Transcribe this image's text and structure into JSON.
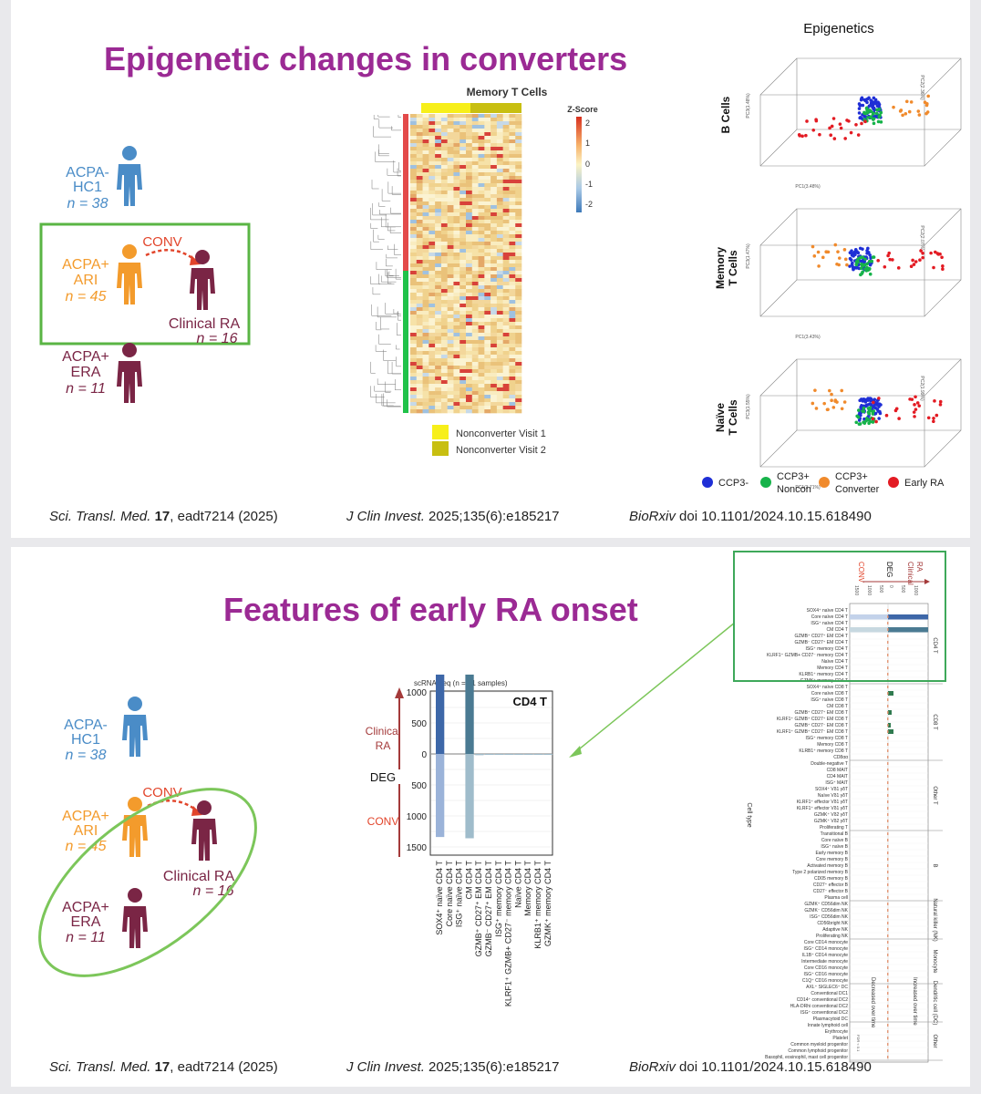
{
  "slide1": {
    "title": "Epigenetic changes in converters",
    "cohort": {
      "hc1_a": "ACPA-",
      "hc1_b": "HC1",
      "hc1_n": "n = 38",
      "ari_a": "ACPA+",
      "ari_b": "ARI",
      "ari_n": "n = 45",
      "conv": "CONV",
      "clin_a": "Clinical RA",
      "clin_n": "n = 16",
      "era_a": "ACPA+",
      "era_b": "ERA",
      "era_n": "n = 11"
    },
    "heatmap": {
      "title": "Memory T Cells",
      "zscore_label": "Z-Score",
      "scale_ticks": [
        "2",
        "1",
        "0",
        "-1",
        "-2"
      ],
      "legend": [
        "Nonconverter Visit 1",
        "Nonconverter Visit 2"
      ]
    },
    "pca": {
      "title": "Epigenetics",
      "rows": [
        {
          "label_a": "B Cells",
          "label_b": "",
          "xaxis": "PC1(3.48%)",
          "yaxis": "PC3(1.48%)",
          "zaxis": "PC2(2.36%)"
        },
        {
          "label_a": "Memory",
          "label_b": "T Cells",
          "xaxis": "PC1(3.43%)",
          "yaxis": "PC3(1.47%)",
          "zaxis": "PC2(2.07%)"
        },
        {
          "label_a": "Naïve",
          "label_b": "T Cells",
          "xaxis": "PC1(3.71%)",
          "yaxis": "PC3(1.55%)",
          "zaxis": "PC2(1.99%)"
        }
      ],
      "legend": [
        {
          "label_a": "CCP3-",
          "label_b": "",
          "color": "#1f2fd6"
        },
        {
          "label_a": "CCP3+",
          "label_b": "Noncon",
          "color": "#16b34a"
        },
        {
          "label_a": "CCP3+",
          "label_b": "Converter",
          "color": "#f08a2c"
        },
        {
          "label_a": "Early RA",
          "label_b": "",
          "color": "#e31b23"
        }
      ]
    },
    "citations": {
      "c1_journal": "Sci. Transl. Med.",
      "c1_vol": "17",
      "c1_rest": ", eadt7214 (2025)",
      "c2_journal": "J Clin Invest.",
      "c2_rest": " 2025;135(6):e185217",
      "c3_journal": "BioRxiv",
      "c3_rest": " doi 10.1101/2024.10.15.618490"
    }
  },
  "slide2": {
    "title": "Features of early RA onset",
    "cohort": {
      "hc1_a": "ACPA-",
      "hc1_b": "HC1",
      "hc1_n": "n = 38",
      "ari_a": "ACPA+",
      "ari_b": "ARI",
      "ari_n": "n = 45",
      "conv": "CONV",
      "clin_a": "Clinical RA",
      "clin_n": "n = 16",
      "era_a": "ACPA+",
      "era_b": "ERA",
      "era_n": "n = 11"
    },
    "bar_chart": {
      "subtitle": "scRNA-seq (n = 61 samples)",
      "panel": "CD4 T",
      "arrow_top_a": "Clinical",
      "arrow_top_b": "RA",
      "arrow_mid": "DEG",
      "arrow_bottom": "CONV",
      "yticks_up": [
        "1000",
        "500",
        "0"
      ],
      "yticks_down": [
        "500",
        "1000",
        "1500"
      ],
      "categories": [
        "SOX4⁺ naïve CD4 T",
        "Core naïve CD4 T",
        "ISG⁺ naïve CD4 T",
        "CM CD4 T",
        "GZMB⁺ CD27⁺ EM CD4 T",
        "GZMB⁻ CD27⁺ EM CD4 T",
        "ISG⁺ memory CD4 T",
        "KLRF1⁺ GZMB+ CD27⁻ memory CD4 T",
        "Naïve CD4 T",
        "Memory CD4 T",
        "KLRB1⁺ memory CD4 T",
        "GZMK⁺ memory CD4 T"
      ]
    },
    "big_chart": {
      "col_left": "CONV",
      "col_mid": "DEG",
      "col_right_a": "Clinical",
      "col_right_b": "RA",
      "cell_type_axis": "Cell type",
      "ticks": [
        "1500",
        "1000",
        "500",
        "0",
        "500",
        "1000"
      ],
      "groups": [
        "CD4 T",
        "CD8 T",
        "Other T",
        "B",
        "Natural killer (NK)",
        "Monocyte",
        "Dendritic cell (DC)",
        "Other"
      ],
      "decreased": "Decreased over time",
      "increased": "Increased over time",
      "fdr": "FDR < 0.1",
      "rows": [
        "SOX4⁺ naïve CD4 T",
        "Core naïve CD4 T",
        "ISG⁺ naïve CD4 T",
        "CM CD4 T",
        "GZMB⁺ CD27⁺ EM CD4 T",
        "GZMB⁻ CD27⁺ EM CD4 T",
        "ISG⁺ memory CD4 T",
        "KLRF1⁺ GZMB+ CD27⁻ memory CD4 T",
        "Naïve CD4 T",
        "Memory CD4 T",
        "KLRB1⁺ memory CD4 T",
        "GZMK⁺ memory CD4 T",
        "SOX4⁺ naïve CD8 T",
        "Core naïve CD8 T",
        "ISG⁺ naïve CD8 T",
        "CM CD8 T",
        "GZMB⁺ CD27⁺ EM CD8 T",
        "KLRF1⁺ GZMB⁺ CD27⁺ EM CD8 T",
        "GZMB⁺ CD27⁻ EM CD8 T",
        "KLRF1⁺ GZMB⁺ CD27⁻ EM CD8 T",
        "ISG⁺ memory CD8 T",
        "Memory CD8 T",
        "KLRB1⁺ memory CD8 T",
        "CD8αα",
        "Double-negative T",
        "CD8 MAIT",
        "CD4 MAIT",
        "ISG⁺ MAIT",
        "SOX4⁺ Vδ1 γδT",
        "Naïve Vδ1 γδT",
        "KLRF1⁺ effector Vδ1 γδT",
        "KLRF1⁺ effector Vδ1 γδT",
        "GZMK⁺ Vδ2 γδT",
        "GZMK⁺ Vδ2 γδT",
        "Proliferating T",
        "Transitional B",
        "Core naïve B",
        "ISG⁺ naïve B",
        "Early memory B",
        "Core memory B",
        "Activated memory B",
        "Type 2 polarized memory B",
        "CD05 memory B",
        "CD27⁺ effector B",
        "CD27⁻ effector B",
        "Plasma cell",
        "GZMK⁺ CD56dim NK",
        "GZMK⁻ CD56dim NK",
        "ISG⁺ CD56dim NK",
        "CD56bright NK",
        "Adaptive NK",
        "Proliferating NK",
        "Core CD14 monocyte",
        "ISG⁺ CD14 monocyte",
        "IL1B⁺ CD14 monocyte",
        "Intermediate monocyte",
        "Core CD16 monocyte",
        "ISG⁺ CD16 monocyte",
        "C1Q⁺ CD16 monocyte",
        "AXL⁺ SIGLEC6⁺ DC",
        "Conventional DC1",
        "CD14⁺ conventional DC2",
        "HLA-DRhi conventional DC2",
        "ISG⁺ conventional DC2",
        "Plasmacytoid DC",
        "Innate lymphoid cell",
        "Erythrocyte",
        "Platelet",
        "Common myeloid progenitor",
        "Common lymphoid progenitor",
        "Basophil, eosinophil, mast cell progenitor"
      ]
    },
    "citations": {
      "c1_journal": "Sci. Transl. Med.",
      "c1_vol": "17",
      "c1_rest": ", eadt7214 (2025)",
      "c2_journal": "J Clin Invest.",
      "c2_rest": " 2025;135(6):e185217",
      "c3_journal": "BioRxiv",
      "c3_rest": " doi 10.1101/2024.10.15.618490"
    }
  },
  "colors": {
    "title": "#9b2a94",
    "healthy": "#4a8cc7",
    "at_risk": "#f39b2c",
    "clinical": "#7a2545",
    "green": "#5ab544",
    "arrow_red": "#e2452b"
  }
}
